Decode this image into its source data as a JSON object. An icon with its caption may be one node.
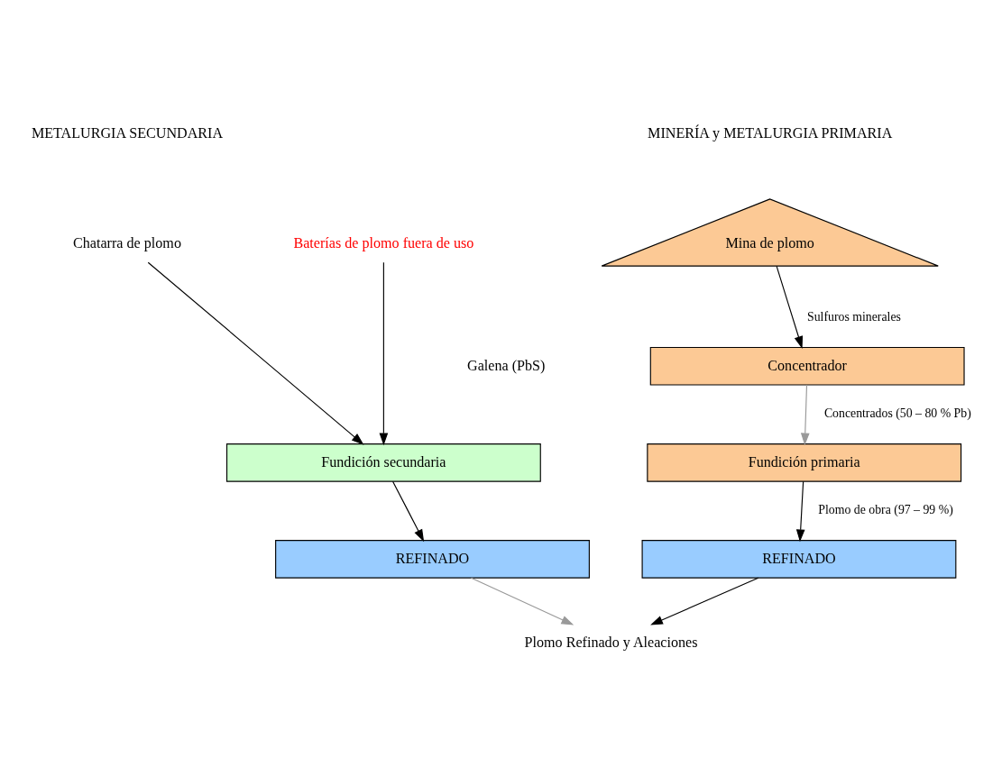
{
  "diagram": {
    "nodes": [
      {
        "text": [
          "Mina de plomo"
        ]
      },
      {
        "text": [
          "Concentrador"
        ]
      },
      {
        "text": [
          "Fundición primaria"
        ]
      },
      {
        "text": [
          "REFINADO"
        ]
      },
      {
        "text": [
          "Chatarra de plomo"
        ]
      },
      {
        "text": [
          "Baterías de plomo fuera de uso"
        ]
      },
      {
        "text": [
          "Fundición secundaria"
        ]
      },
      {
        "text": [
          "REFINADO"
        ]
      },
      {
        "text": [
          "Plomo Refinado y Aleaciones"
        ]
      }
    ],
    "edges": [
      {
        "from": 0,
        "to": 1,
        "arrow": "to",
        "label": "Sulfuros minerales"
      },
      {
        "from": 1,
        "to": 2,
        "arrow": "to",
        "label": "Concentrados (50 – 80 % Pb)",
        "color": "#999999"
      },
      {
        "from": 2,
        "to": 3,
        "arrow": "to",
        "label": "Plomo de obra (97 – 99 %)"
      },
      {
        "from": 4,
        "to": 6,
        "arrow": "to"
      },
      {
        "from": 5,
        "to": 6,
        "arrow": "to"
      },
      {
        "from": 6,
        "to": 7,
        "arrow": "to"
      },
      {
        "from": 3,
        "to": 8,
        "arrow": "to"
      },
      {
        "from": 7,
        "to": 8,
        "arrow": "to",
        "color": "#999999"
      }
    ],
    "labels": [
      "MINERÍA y METALURGIA PRIMARIA",
      "METALURGIA SECUNDARIA",
      "Galena (PbS)"
    ]
  }
}
